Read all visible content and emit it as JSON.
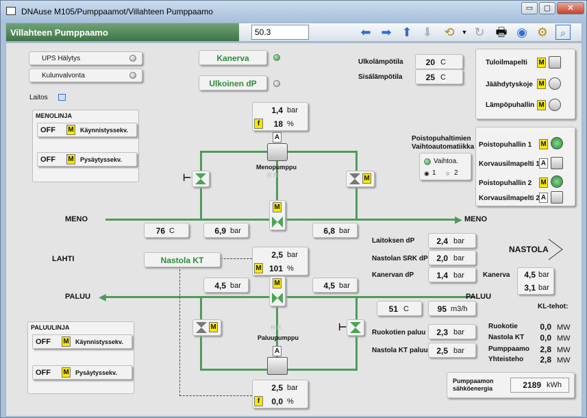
{
  "window": {
    "title": "DNAuse M105/Pumppaamot/Villahteen Pumppaamo",
    "btn_min": "▭",
    "btn_max": "▢",
    "btn_close": "✕"
  },
  "toolbar": {
    "title": "Villahteen Pumppaamo",
    "zoom_value": "50.3"
  },
  "status": {
    "ups": "UPS Hälytys",
    "kulunvalvonta": "Kulunvalvonta",
    "laitos": "Laitos"
  },
  "sites": {
    "kanerva": "Kanerva",
    "ulkoinen_dp": "Ulkoinen dP"
  },
  "temps": {
    "ulko_label": "Ulkolämpötila",
    "ulko_val": "20",
    "sisa_label": "Sisälämpötila",
    "sisa_val": "25",
    "unit": "C"
  },
  "vent": {
    "tuloilmapelti": "Tuloilmapelti",
    "jaahdytyskoje": "Jäähdytyskoje",
    "lampopuhallin": "Lämpöpuhallin",
    "poisto_title": "Poistopuhaltimien Vaihtoautomatiikka",
    "vaihtoa": "Vaihtoa.",
    "opt1": "1",
    "opt2": "2",
    "poistopuhallin1": "Poistopuhallin 1",
    "korvausilmapelti1": "Korvausilmapelti 1",
    "poistopuhallin2": "Poistopuhallin 2",
    "korvausilmapelti2": "Korvausilmapelti 2"
  },
  "mode": {
    "m": "M",
    "a": "A",
    "f": "f",
    "off": "OFF"
  },
  "menolinja": {
    "title": "MENOLINJA",
    "start": "Käynnistyssekv.",
    "stop": "Pysäytyssekv."
  },
  "paluulinja": {
    "title": "PALUULINJA",
    "start": "Käynnistyssekv.",
    "stop": "Pysäytyssekv."
  },
  "menopumppu": {
    "label": "Menopumppu",
    "pressure": "1,4",
    "freq": "18",
    "unit_bar": "bar",
    "unit_pct": "%",
    "rr": "R  R"
  },
  "meno": {
    "label_left": "MENO",
    "label_right": "MENO",
    "temp": "76",
    "p1": "6,9",
    "p2": "6,8"
  },
  "lahti": {
    "label": "LAHTI",
    "nastola_kt": "Nastola KT",
    "p": "2,5",
    "pct": "101"
  },
  "paluu": {
    "label_left": "PALUU",
    "label_right": "PALUU",
    "p1": "4,5",
    "p2": "4,5",
    "temp": "51",
    "flow": "95",
    "flow_unit": "m3/h"
  },
  "paluupumppu": {
    "label": "Paluupumppu",
    "pressure": "2,5",
    "freq": "0,0",
    "rr": "R  R"
  },
  "dp": {
    "laitos_label": "Laitoksen dP",
    "laitos_val": "2,4",
    "srk_label": "Nastolan SRK dP",
    "srk_val": "2,0",
    "kanerva_label": "Kanervan dP",
    "kanerva_val": "1,4",
    "kanerva2_label": "Kanerva",
    "kanerva2_v1": "4,5",
    "kanerva2_v2": "3,1",
    "ruokotien_label": "Ruokotien paluu",
    "ruokotien_val": "2,3",
    "nastolakt_label": "Nastola KT paluu",
    "nastolakt_val": "2,5"
  },
  "nastola": {
    "label": "NASTOLA"
  },
  "kl": {
    "title": "KL-tehot:",
    "rows": [
      {
        "name": "Ruokotie",
        "val": "0,0",
        "unit": "MW"
      },
      {
        "name": "Nastola KT",
        "val": "0,0",
        "unit": "MW"
      },
      {
        "name": "Pumppaamo",
        "val": "2,8",
        "unit": "MW"
      },
      {
        "name": "Yhteisteho",
        "val": "2,8",
        "unit": "MW"
      }
    ]
  },
  "energy": {
    "label": "Pumppaamon sähköenergia",
    "val": "2189",
    "unit": "kWh"
  }
}
